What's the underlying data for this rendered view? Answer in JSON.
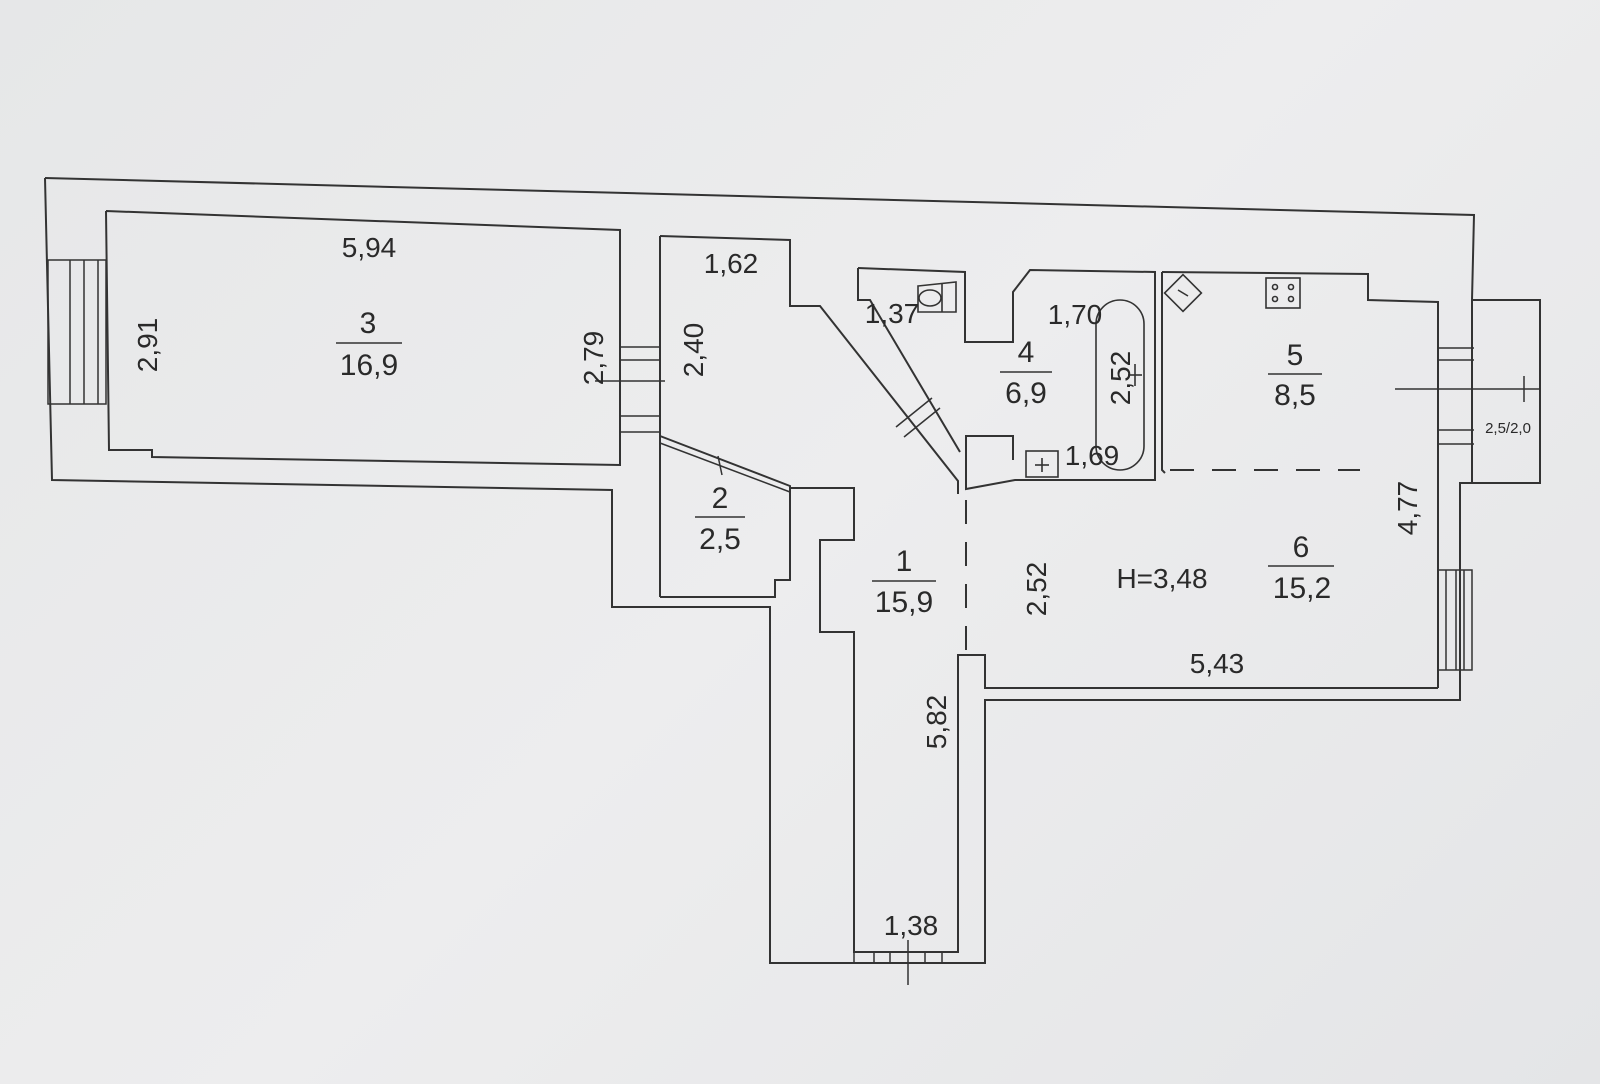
{
  "plan": {
    "height_label": "H=3,48",
    "balcony_label": "2,5/2,0",
    "rooms": [
      {
        "number": "1",
        "area": "15,9"
      },
      {
        "number": "2",
        "area": "2,5"
      },
      {
        "number": "3",
        "area": "16,9"
      },
      {
        "number": "4",
        "area": "6,9"
      },
      {
        "number": "5",
        "area": "8,5"
      },
      {
        "number": "6",
        "area": "15,2"
      }
    ],
    "dimensions": {
      "room3_width": "5,94",
      "room3_depth_left": "2,91",
      "room3_depth_right": "2,79",
      "corridor_top": "1,62",
      "corridor_depth": "2,40",
      "wc_width": "1,37",
      "bath_width": "1,70",
      "bath_depth": "2,52",
      "bath_bottom": "1,69",
      "room6_depth": "2,52",
      "room6_width": "5,43",
      "kitchen_depth": "4,77",
      "hall_length": "5,82",
      "hall_width": "1,38"
    },
    "icons": [
      "stove-icon",
      "toilet-icon",
      "bathtub-icon",
      "sink-icon",
      "boiler-icon"
    ]
  }
}
